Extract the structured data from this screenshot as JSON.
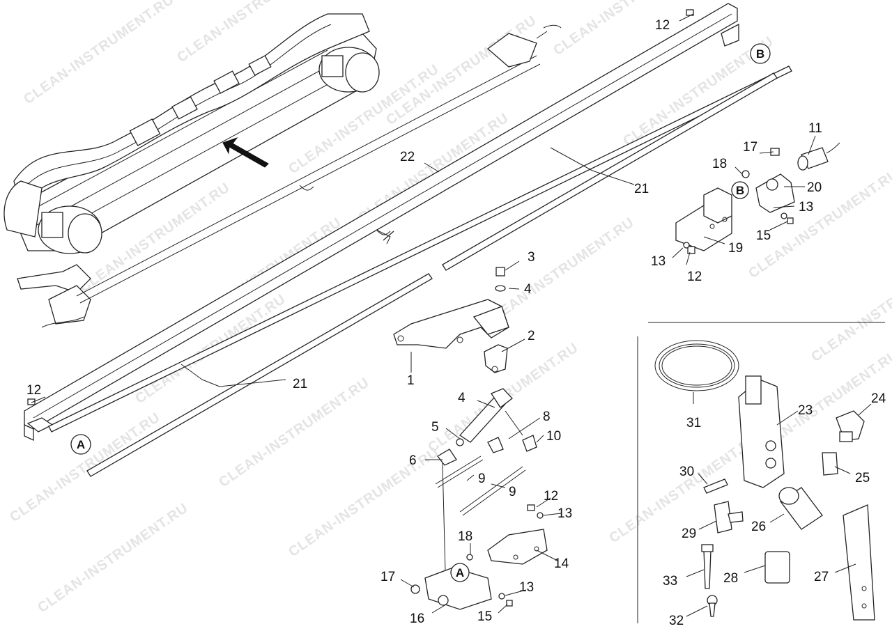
{
  "watermark": "CLEAN-INSTRUMENT.RU",
  "callouts": [
    {
      "id": "c22",
      "text": "22"
    },
    {
      "id": "c21a",
      "text": "21"
    },
    {
      "id": "c21b",
      "text": "21"
    },
    {
      "id": "c12a",
      "text": "12"
    },
    {
      "id": "c12b",
      "text": "12"
    },
    {
      "id": "c12c",
      "text": "12"
    },
    {
      "id": "c12d",
      "text": "12"
    },
    {
      "id": "c11",
      "text": "11"
    },
    {
      "id": "c17a",
      "text": "17"
    },
    {
      "id": "c18a",
      "text": "18"
    },
    {
      "id": "c20",
      "text": "20"
    },
    {
      "id": "c13a",
      "text": "13"
    },
    {
      "id": "c15a",
      "text": "15"
    },
    {
      "id": "c19",
      "text": "19"
    },
    {
      "id": "c13b",
      "text": "13"
    },
    {
      "id": "c3",
      "text": "3"
    },
    {
      "id": "c4a",
      "text": "4"
    },
    {
      "id": "c2",
      "text": "2"
    },
    {
      "id": "c1",
      "text": "1"
    },
    {
      "id": "c4b",
      "text": "4"
    },
    {
      "id": "c8",
      "text": "8"
    },
    {
      "id": "c5",
      "text": "5"
    },
    {
      "id": "c10",
      "text": "10"
    },
    {
      "id": "c6",
      "text": "6"
    },
    {
      "id": "c9a",
      "text": "9"
    },
    {
      "id": "c9b",
      "text": "9"
    },
    {
      "id": "c13c",
      "text": "13"
    },
    {
      "id": "c18b",
      "text": "18"
    },
    {
      "id": "c14",
      "text": "14"
    },
    {
      "id": "c17b",
      "text": "17"
    },
    {
      "id": "c13d",
      "text": "13"
    },
    {
      "id": "c16",
      "text": "16"
    },
    {
      "id": "c15b",
      "text": "15"
    },
    {
      "id": "c31",
      "text": "31"
    },
    {
      "id": "c23",
      "text": "23"
    },
    {
      "id": "c24",
      "text": "24"
    },
    {
      "id": "c25",
      "text": "25"
    },
    {
      "id": "c30",
      "text": "30"
    },
    {
      "id": "c29",
      "text": "29"
    },
    {
      "id": "c26",
      "text": "26"
    },
    {
      "id": "c33",
      "text": "33"
    },
    {
      "id": "c28",
      "text": "28"
    },
    {
      "id": "c27",
      "text": "27"
    },
    {
      "id": "c32",
      "text": "32"
    }
  ],
  "refs": [
    {
      "id": "rA1",
      "text": "A"
    },
    {
      "id": "rA2",
      "text": "A"
    },
    {
      "id": "rB1",
      "text": "B"
    },
    {
      "id": "rB2",
      "text": "B"
    }
  ]
}
